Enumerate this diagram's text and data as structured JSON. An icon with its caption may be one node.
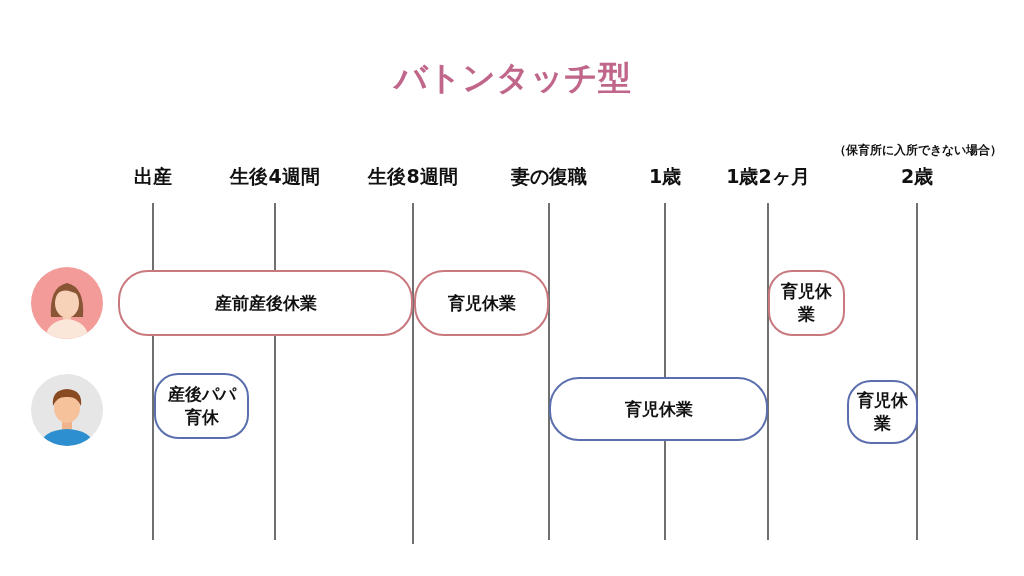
{
  "diagram": {
    "title": "バトンタッチ型",
    "nodes": [
      {
        "text": [],
        "shape": "person"
      },
      {
        "text": [
          "産前産後休業"
        ]
      },
      {
        "text": [
          "育児休業"
        ]
      },
      {
        "text": [
          "育児休業"
        ]
      },
      {
        "text": [],
        "shape": "person"
      },
      {
        "text": [
          "産後パパ育休"
        ]
      },
      {
        "text": [
          "育児休業"
        ]
      },
      {
        "text": [
          "育児休業"
        ]
      }
    ],
    "edges": [],
    "labels": [
      "出産",
      "生後4週間",
      "生後8週間",
      "妻の復職",
      "1歳",
      "1歳2ヶ月",
      "（保育所に入所できない場合）",
      "2歳"
    ]
  }
}
